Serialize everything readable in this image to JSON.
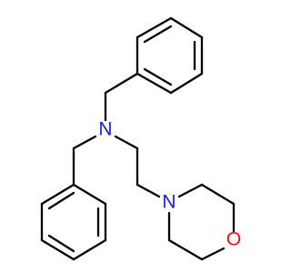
{
  "atoms": {
    "amine_nitrogen": {
      "symbol": "N",
      "color": "#1a1aff"
    },
    "morpholine_nitrogen": {
      "symbol": "N",
      "color": "#1a1aff"
    },
    "morpholine_oxygen": {
      "symbol": "O",
      "color": "#ff0d0d"
    }
  },
  "bond_color": "#000000",
  "background_color": "#ffffff"
}
